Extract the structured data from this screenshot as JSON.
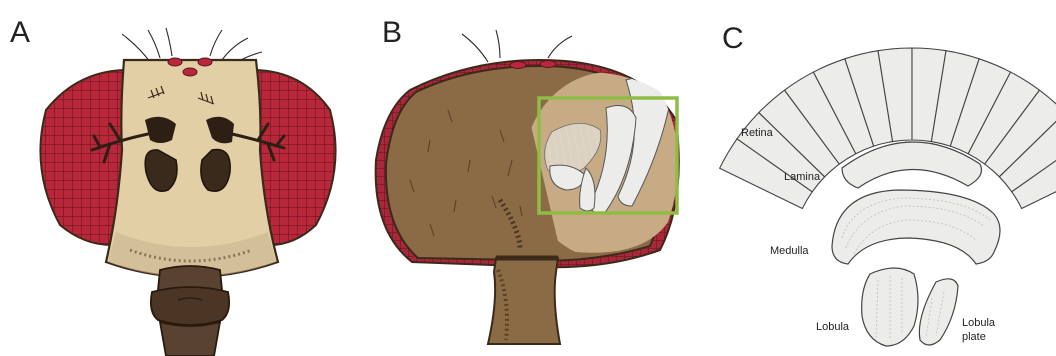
{
  "panels": [
    {
      "letter": "A"
    },
    {
      "letter": "B"
    },
    {
      "letter": "C"
    }
  ],
  "regions": {
    "retina": "Retina",
    "lamina": "Lamina",
    "medulla": "Medulla",
    "lobula": "Lobula",
    "lobula_plate_line1": "Lobula",
    "lobula_plate_line2": "plate"
  },
  "colors": {
    "eye_red": "#b8283a",
    "eye_grid": "#6e1422",
    "head_tan": "#e2cfa6",
    "head_brown": "#8b6b45",
    "outline": "#3b2a1a",
    "neuropil_fill": "#ececea",
    "highlight_box": "#8fbc45"
  },
  "icons": {
    "fly_head_frontal": "fly-head-front-icon",
    "fly_head_lateral": "fly-head-side-icon"
  }
}
